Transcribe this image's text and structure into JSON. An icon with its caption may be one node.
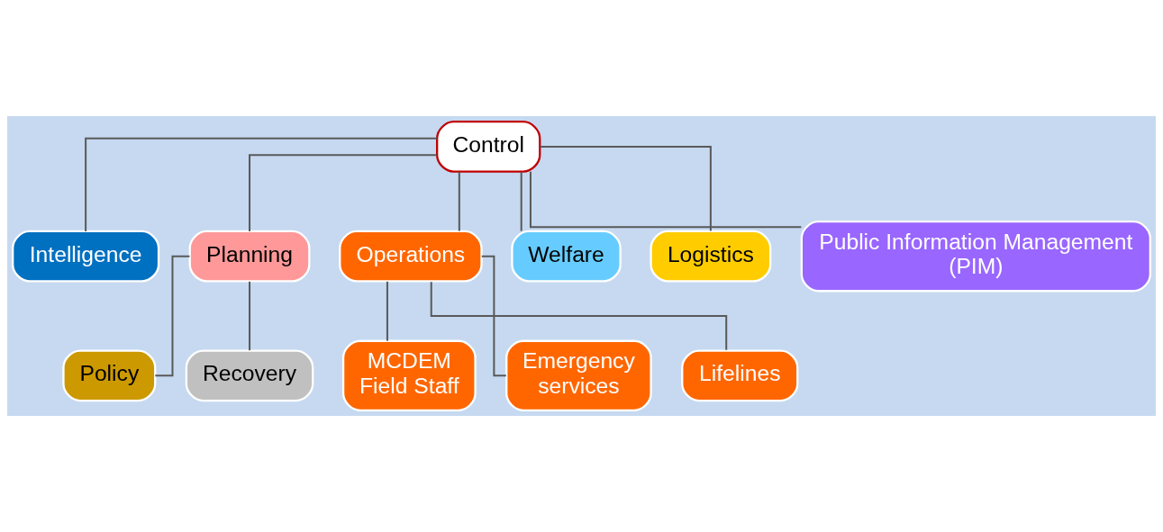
{
  "diagram": {
    "nodes": [
      {
        "text": [
          "Control"
        ]
      },
      {
        "text": [
          "Intelligence"
        ]
      },
      {
        "text": [
          "Planning"
        ]
      },
      {
        "text": [
          "Operations"
        ]
      },
      {
        "text": [
          "Welfare"
        ]
      },
      {
        "text": [
          "Logistics"
        ]
      },
      {
        "text": [
          "Public Information Management (PIM)"
        ]
      },
      {
        "text": [
          "Policy"
        ]
      },
      {
        "text": [
          "Recovery"
        ]
      },
      {
        "text": [
          "MCDEM Field Staff"
        ]
      },
      {
        "text": [
          "Emergency services"
        ]
      },
      {
        "text": [
          "Lifelines"
        ]
      }
    ],
    "edges": [
      {
        "from": 0,
        "to": 1,
        "arrow": "none"
      },
      {
        "from": 0,
        "to": 2,
        "arrow": "none"
      },
      {
        "from": 0,
        "to": 3,
        "arrow": "none"
      },
      {
        "from": 0,
        "to": 4,
        "arrow": "none"
      },
      {
        "from": 0,
        "to": 5,
        "arrow": "none"
      },
      {
        "from": 0,
        "to": 6,
        "arrow": "none"
      },
      {
        "from": 2,
        "to": 7,
        "arrow": "none"
      },
      {
        "from": 2,
        "to": 8,
        "arrow": "none"
      },
      {
        "from": 3,
        "to": 9,
        "arrow": "none"
      },
      {
        "from": 3,
        "to": 10,
        "arrow": "none"
      },
      {
        "from": 3,
        "to": 11,
        "arrow": "none"
      }
    ]
  }
}
